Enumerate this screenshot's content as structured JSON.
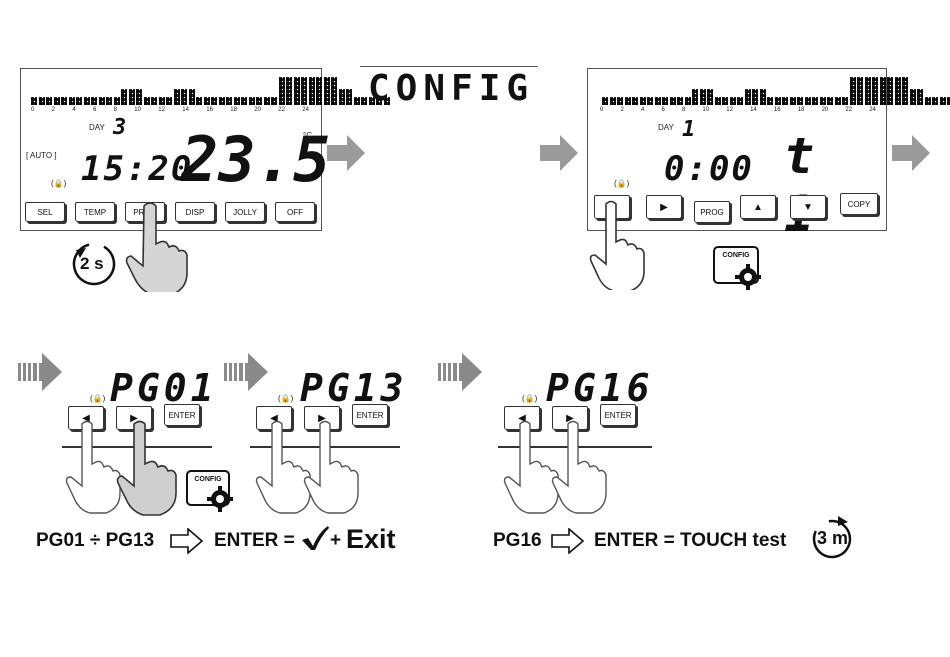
{
  "panel1": {
    "day_label": "DAY",
    "day_value": "3",
    "mode_badge": "AUTO",
    "time": "15:20",
    "temperature": "23.5",
    "unit": "°C",
    "buttons": [
      "SEL",
      "TEMP",
      "PROG",
      "DISP",
      "JOLLY",
      "OFF"
    ],
    "hold_time": "2 s"
  },
  "config_display": "CONFIG",
  "panel2": {
    "day_label": "DAY",
    "day_value": "1",
    "time": "0:00",
    "program": "t 1",
    "buttons": [
      "",
      "▶",
      "PROG",
      "▲",
      "▼",
      "COPY"
    ],
    "config_icon_label": "CONFIG"
  },
  "hour_ticks": [
    "0",
    "2",
    "4",
    "6",
    "8",
    "10",
    "12",
    "14",
    "16",
    "18",
    "20",
    "22",
    "24"
  ],
  "step_a": {
    "code1": "PG01",
    "code2": "PG13",
    "enter_label": "ENTER",
    "config_icon_label": "CONFIG",
    "caption_range": "PG01 ÷ PG13",
    "caption_enter": "ENTER =",
    "caption_plus": "+",
    "caption_exit": "Exit"
  },
  "step_b": {
    "code": "PG16",
    "enter_label": "ENTER",
    "caption_code": "PG16",
    "caption_enter": "ENTER = TOUCH test",
    "timer": "3 m"
  }
}
